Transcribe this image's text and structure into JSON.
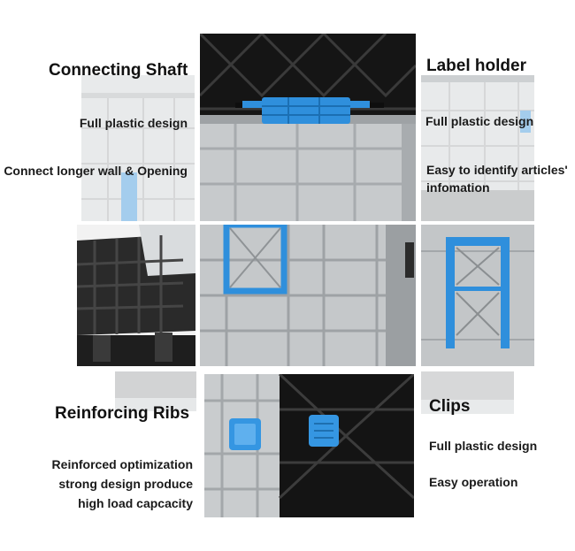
{
  "sections": {
    "connecting_shaft": {
      "title": "Connecting Shaft",
      "line1": "Full plastic design",
      "line2": "Connect longer wall & Opening"
    },
    "label_holder": {
      "title": "Label holder",
      "line1": "Full plastic design",
      "line2a": "Easy to identify articles'",
      "line2b": "infomation"
    },
    "reinforcing_ribs": {
      "title": "Reinforcing Ribs",
      "line1": "Reinforced optimization",
      "line2": "strong design produce",
      "line3": "high load capcacity"
    },
    "clips": {
      "title": "Clips",
      "line1": "Full plastic design",
      "line2": "Easy operation"
    }
  },
  "colors": {
    "accent_blue": "#2f8fdc",
    "container_gray": "#c9ccce",
    "dark_plastic": "#1c1c1c"
  }
}
